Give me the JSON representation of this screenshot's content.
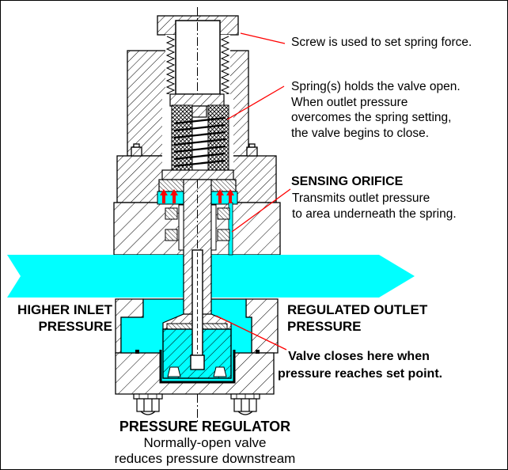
{
  "colors": {
    "flow": "#00ffff",
    "leader": "#ff0000",
    "line": "#000000",
    "background": "#ffffff"
  },
  "annotations": {
    "screw_note": "Screw is used to set spring force.",
    "spring_note_lines": [
      "Spring(s) holds the valve open.",
      "When outlet pressure",
      "overcomes the spring setting,",
      "the valve begins to close."
    ],
    "sensing_title": "SENSING ORIFICE",
    "sensing_note_lines": [
      "Transmits outlet pressure",
      "to area underneath the spring."
    ],
    "inlet_label_lines": [
      "HIGHER INLET",
      "PRESSURE"
    ],
    "outlet_label_lines": [
      "REGULATED OUTLET",
      "PRESSURE"
    ],
    "valve_close_lines": [
      "Valve closes here when",
      "pressure reaches set point."
    ],
    "caption_title": "PRESSURE REGULATOR",
    "caption_lines": [
      "Normally-open valve",
      "reduces pressure downstream"
    ]
  }
}
